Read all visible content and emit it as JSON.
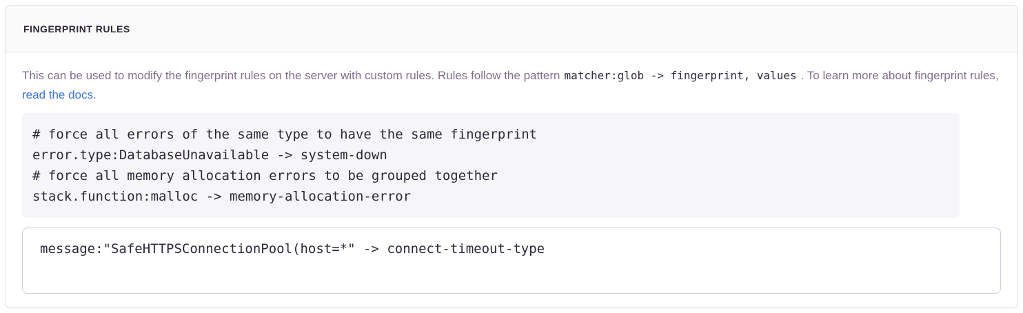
{
  "panel": {
    "title": "FINGERPRINT RULES",
    "description": {
      "text_before_code": "This can be used to modify the fingerprint rules on the server with custom rules. Rules follow the pattern",
      "inline_code": "matcher:glob -> fingerprint, values",
      "text_after_code": ". To learn more about fingerprint rules, ",
      "link_label": "read the docs."
    },
    "example_code": "# force all errors of the same type to have the same fingerprint\nerror.type:DatabaseUnavailable -> system-down\n# force all memory allocation errors to be grouped together\nstack.function:malloc -> memory-allocation-error",
    "rules_input": {
      "value": "message:\"SafeHTTPSConnectionPool(host=*\" -> connect-timeout-type"
    }
  },
  "theme": {
    "link": "#3c74dd",
    "heading-text": "#2f2936",
    "body-text": "#80708f",
    "code-text": "#2f2936",
    "panel-border": "#e0dce6",
    "header-bg": "#fafafb",
    "code-block-bg": "#f6f6f8",
    "input-border": "#d2cedb"
  }
}
